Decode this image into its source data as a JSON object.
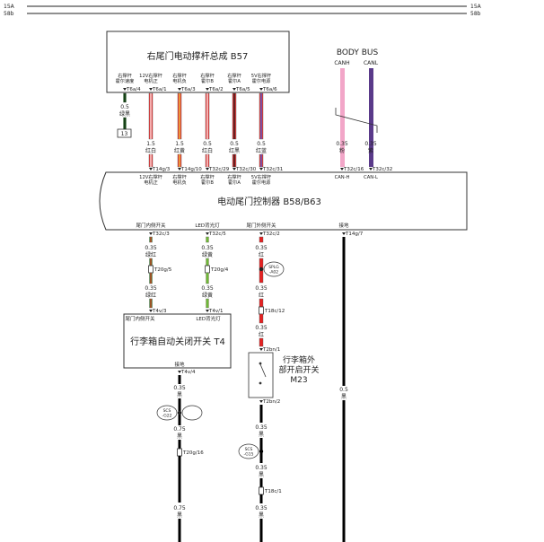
{
  "rails": {
    "left_top": "15A",
    "left_bottom": "58b",
    "right_top": "15A",
    "right_bottom": "58b"
  },
  "b57": {
    "title": "右尾门电动撑杆总成  B57",
    "pins": [
      {
        "label": "右撑杆\n霍尔速度",
        "pin": "T6a/4"
      },
      {
        "label": "12V右撑杆\n电机正",
        "pin": "T6a/1"
      },
      {
        "label": "右撑杆\n电机负",
        "pin": "T6a/3"
      },
      {
        "label": "右撑杆\n霍尔B",
        "pin": "T6a/2"
      },
      {
        "label": "右撑杆\n霍尔A",
        "pin": "T6a/5"
      },
      {
        "label": "5V右撑杆\n霍尔电源",
        "pin": "T6a/6"
      }
    ]
  },
  "wires_b57": [
    {
      "gauge": "0.5",
      "color": "绿黑",
      "colors": [
        "#1f8a1f",
        "#111111"
      ]
    },
    {
      "gauge": "1.5",
      "color": "红白",
      "colors": [
        "#e63a3a",
        "#ffffff"
      ]
    },
    {
      "gauge": "1.5",
      "color": "红黄",
      "colors": [
        "#e63a3a",
        "#f0d23a"
      ]
    },
    {
      "gauge": "0.5",
      "color": "红白",
      "colors": [
        "#e63a3a",
        "#ffffff"
      ]
    },
    {
      "gauge": "0.5",
      "color": "红黑",
      "colors": [
        "#e63a3a",
        "#111111"
      ]
    },
    {
      "gauge": "0.5",
      "color": "红蓝",
      "colors": [
        "#e63a3a",
        "#3a5fe6"
      ]
    }
  ],
  "ground_ref": "13",
  "bodybus": {
    "title": "BODY BUS",
    "canh": "CANH",
    "canl": "CANL",
    "canh_gauge": "0.35",
    "canh_color": "粉",
    "canl_gauge": "0.35",
    "canl_color": "紫",
    "canh_hex": "#f2a6c8",
    "canl_hex": "#5a3a8a"
  },
  "ecu": {
    "title": "电动尾门控制器  B58/B63",
    "top_pins": [
      "T14g/3",
      "T14g/10",
      "T32c/29",
      "T32c/30",
      "T32c/31",
      "T32c/16",
      "T32c/32"
    ],
    "top_labels": [
      "12V右撑杆\n电机正",
      "右撑杆\n电机负",
      "右撑杆\n霍尔B",
      "右撑杆\n霍尔A",
      "5V右撑杆\n霍尔电源",
      "CAN-H",
      "CAN-L"
    ],
    "bottom_labels": [
      "尾门内侧开关",
      "LED背光灯",
      "尾门外侧开关",
      "接地"
    ],
    "bottom_pins": [
      "T32c/3",
      "T32c/5",
      "T32c/2",
      "T14g/7"
    ]
  },
  "wires_lower": {
    "col1": [
      {
        "gauge": "0.35",
        "color": "绿红"
      },
      {
        "connector": "T20g/5"
      },
      {
        "gauge": "0.35",
        "color": "绿红"
      }
    ],
    "col2": [
      {
        "gauge": "0.35",
        "color": "绿黄"
      },
      {
        "connector": "T20g/4"
      },
      {
        "gauge": "0.35",
        "color": "绿黄"
      }
    ],
    "col3": [
      {
        "gauge": "0.35",
        "color": "红"
      },
      {
        "splice": "SPLG\n-A02"
      },
      {
        "gauge": "0.35",
        "color": "红"
      },
      {
        "connector": "T18c/12"
      },
      {
        "gauge": "0.35",
        "color": "红"
      }
    ]
  },
  "t4": {
    "title": "行李箱自动关闭开关  T4",
    "labels": [
      "尾门内侧开关",
      "LED背光灯"
    ],
    "pins": [
      "T4v/3",
      "T4v/1"
    ],
    "ground_label": "接地",
    "ground_pin": "T4v/4"
  },
  "m23": {
    "title": "行李箱外\n部开启开关\nM23",
    "top_pin": "T2bn/1",
    "bottom_pin": "T2bn/2"
  },
  "lower_ground": {
    "col1": [
      {
        "gauge": "0.35",
        "color": "黑"
      },
      {
        "splice": "SCS\n-G22"
      },
      {
        "gauge": "0.75",
        "color": "黑"
      },
      {
        "connector": "T20g/16"
      },
      {
        "gauge": "0.75",
        "color": "黑"
      }
    ],
    "col3": [
      {
        "gauge": "0.35",
        "color": "黑"
      },
      {
        "splice": "SCS\n-G15"
      },
      {
        "gauge": "0.35",
        "color": "黑"
      },
      {
        "connector": "T18c/1"
      },
      {
        "gauge": "0.35",
        "color": "黑"
      }
    ],
    "col4": {
      "gauge": "0.5",
      "color": "黑"
    }
  }
}
